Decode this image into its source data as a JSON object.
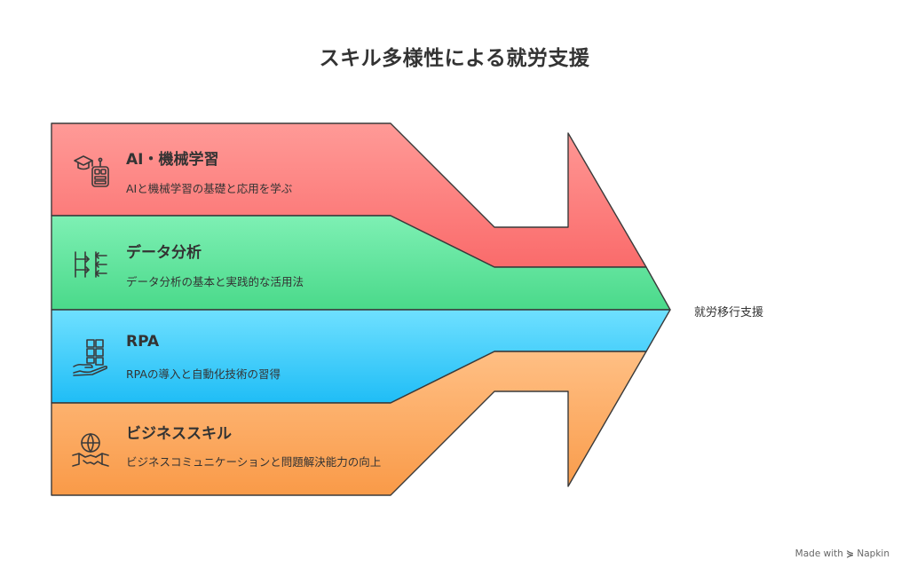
{
  "title": "スキル多様性による就労支援",
  "target": "就労移行支援",
  "bands": [
    {
      "title": "AI・機械学習",
      "description": "AIと機械学習の基礎と応用を学ぶ",
      "icon": "ai-robot-graduation-icon",
      "color": "#ff8a87"
    },
    {
      "title": "データ分析",
      "description": "データ分析の基本と実践的な活用法",
      "icon": "data-flow-icon",
      "color": "#63e5a0"
    },
    {
      "title": "RPA",
      "description": "RPAの導入と自動化技術の習得",
      "icon": "automation-hand-blocks-icon",
      "color": "#4fd2f9"
    },
    {
      "title": "ビジネススキル",
      "description": "ビジネスコミュニケーションと問題解決能力の向上",
      "icon": "handshake-globe-icon",
      "color": "#fcae6c"
    }
  ],
  "footer": {
    "prefix": "Made with",
    "brand": "Napkin"
  }
}
